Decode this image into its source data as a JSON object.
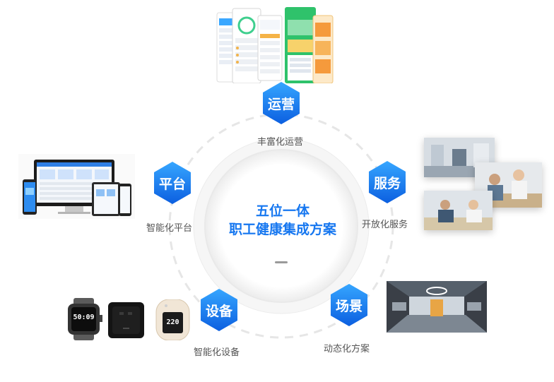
{
  "center": {
    "line1": "五位一体",
    "line2": "职工健康集成方案"
  },
  "nodes": [
    {
      "key": "operation",
      "label": "运营",
      "caption": "丰富化运营"
    },
    {
      "key": "service",
      "label": "服务",
      "caption": "开放化服务"
    },
    {
      "key": "scene",
      "label": "场景",
      "caption": "动态化方案"
    },
    {
      "key": "device",
      "label": "设备",
      "caption": "智能化设备"
    },
    {
      "key": "platform",
      "label": "平台",
      "caption": "智能化平台"
    }
  ],
  "pictures": {
    "watch_time": "50:09",
    "meter_reading": "220"
  },
  "colors": {
    "accent": "#1677f0",
    "hex_top": "#36a6ff",
    "hex_bottom": "#0c5fe0",
    "ring": "#e3e3e3"
  }
}
